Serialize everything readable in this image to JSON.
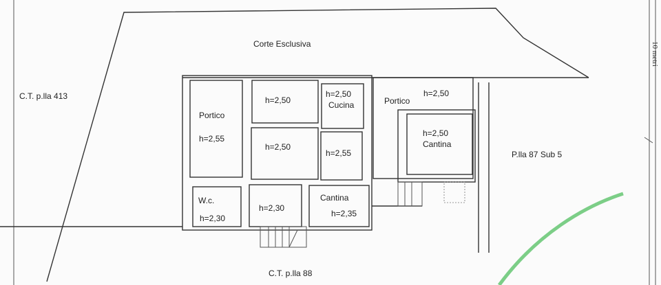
{
  "labels": {
    "corte": "Corte Esclusiva",
    "ct413": "C.T. p.lla 413",
    "ct88": "C.T. p.lla 88",
    "pll87": "P.lla 87 Sub 5",
    "scale": "10 metri"
  },
  "rooms": [
    {
      "name": "Portico",
      "height": "h=2,55"
    },
    {
      "name": "",
      "height": "h=2,50"
    },
    {
      "name": "Cucina",
      "height": "h=2,50"
    },
    {
      "name": "",
      "height": "h=2,50"
    },
    {
      "name": "",
      "height": "h=2,55"
    },
    {
      "name": "W.c.",
      "height": "h=2,30"
    },
    {
      "name": "",
      "height": "h=2,30"
    },
    {
      "name": "Cantina",
      "height": "h=2,35"
    },
    {
      "name": "Portico",
      "height": "h=2,50"
    },
    {
      "name": "Cantina",
      "height": "h=2,50"
    }
  ],
  "colors": {
    "ink": "#333333",
    "marker": "#5cc36a"
  }
}
